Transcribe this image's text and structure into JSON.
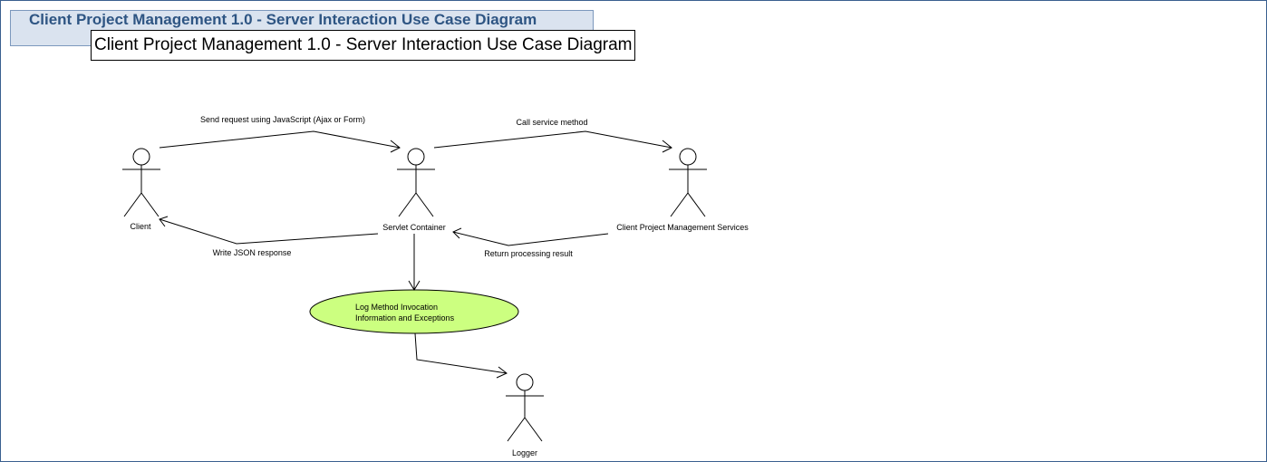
{
  "page": {
    "tab_title": "Client Project Management 1.0 - Server Interaction Use Case Diagram",
    "diagram_title": "Client Project Management 1.0 - Server Interaction Use Case Diagram"
  },
  "actors": {
    "client": "Client",
    "servlet_container": "Servlet Container",
    "services": "Client Project Management Services",
    "logger": "Logger"
  },
  "use_case": {
    "line1": "Log Method Invocation",
    "line2": "Information and Exceptions",
    "fill": "#ccff80"
  },
  "messages": {
    "send_request": "Send request using JavaScript (Ajax or Form)",
    "call_service": "Call service method",
    "write_json": "Write JSON response",
    "return_result": "Return processing result"
  }
}
